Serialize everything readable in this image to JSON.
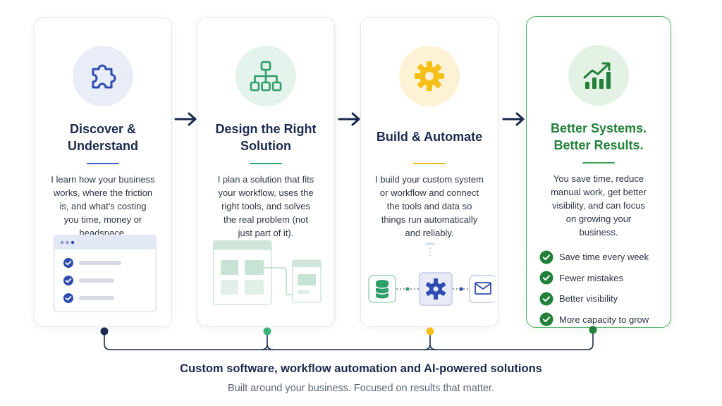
{
  "steps": [
    {
      "title": "Discover &\nUnderstand",
      "description": "I learn how your business\nworks, where the friction\nis, and what's costing\nyou time, money or\nheadspace.",
      "icon": "puzzle-icon"
    },
    {
      "title": "Design the Right\nSolution",
      "description": "I plan a solution that fits\nyour workflow, uses the\nright tools, and solves\nthe real problem (not\njust part of it).",
      "icon": "flowchart-icon"
    },
    {
      "title": "Build & Automate",
      "description": "I build your custom system\nor workflow and connect\nthe tools and data so\nthings run automatically\nand reliably.",
      "icon": "gear-icon"
    },
    {
      "title": "Better Systems.\nBetter Results.",
      "description": "You save time, reduce\nmanual work, get better\nvisibility, and can focus\non growing your\nbusiness.",
      "icon": "growth-chart-icon",
      "benefits": [
        "Save time every week",
        "Fewer mistakes",
        "Better visibility",
        "More capacity to grow"
      ]
    }
  ],
  "footer": {
    "title": "Custom software, workflow automation and AI-powered solutions",
    "subtitle": "Built around your business. Focused on results that matter."
  },
  "colors": {
    "navy": "#1b2a4e",
    "blue": "#2f4db0",
    "teal": "#2e9e6a",
    "yellow": "#f5c01a",
    "green": "#23803a"
  }
}
